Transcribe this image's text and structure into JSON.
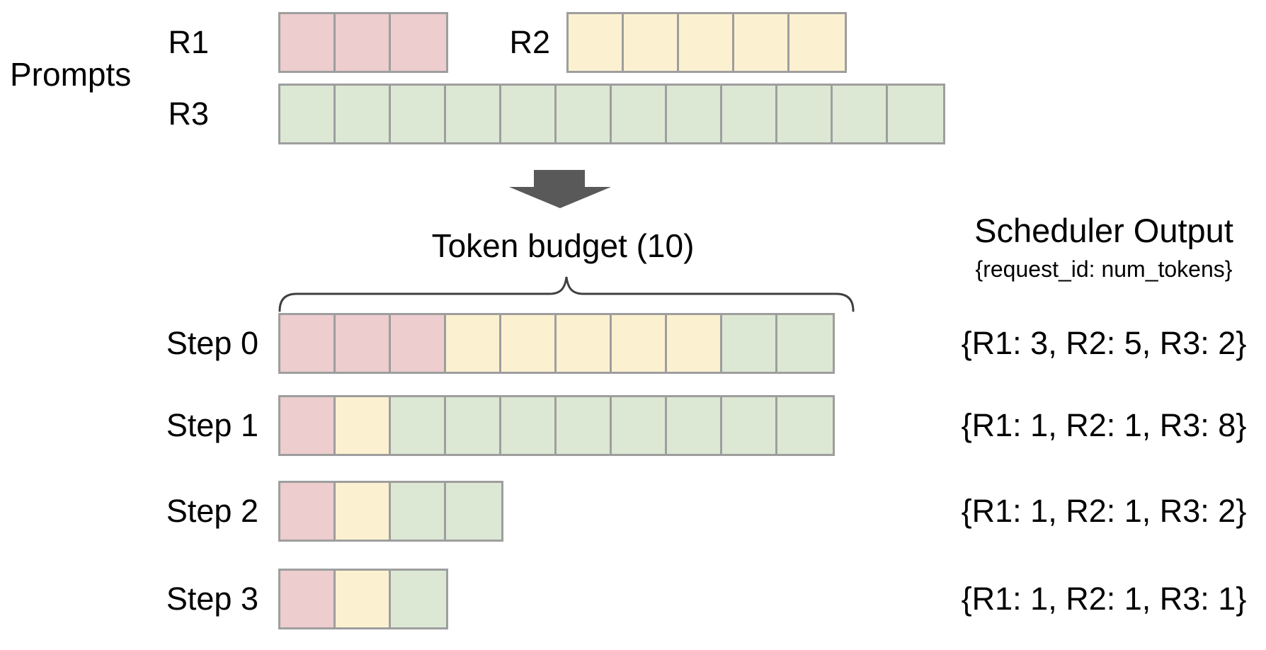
{
  "palette": {
    "r1_token": "#edcdce",
    "r2_token": "#fbf1d1",
    "r3_token": "#dce8d4",
    "cell_border": "#9e9e9e",
    "arrow": "#595959",
    "brace": "#404040",
    "text": "#000000",
    "background": "#ffffff"
  },
  "prompts_section": {
    "label": "Prompts",
    "requests": [
      {
        "id": "R1",
        "label": "R1",
        "prompt_tokens": 3,
        "color": "#edcdce"
      },
      {
        "id": "R2",
        "label": "R2",
        "prompt_tokens": 5,
        "color": "#fbf1d1"
      },
      {
        "id": "R3",
        "label": "R3",
        "prompt_tokens": 12,
        "color": "#dce8d4"
      }
    ]
  },
  "token_budget": {
    "label": "Token budget (10)",
    "value": 10
  },
  "scheduler_output": {
    "title": "Scheduler Output",
    "subtitle": "{request_id: num_tokens}"
  },
  "steps": [
    {
      "label": "Step 0",
      "allocation": {
        "R1": 3,
        "R2": 5,
        "R3": 2
      },
      "output": "{R1: 3, R2: 5, R3: 2}"
    },
    {
      "label": "Step 1",
      "allocation": {
        "R1": 1,
        "R2": 1,
        "R3": 8
      },
      "output": "{R1: 1, R2: 1, R3: 8}"
    },
    {
      "label": "Step 2",
      "allocation": {
        "R1": 1,
        "R2": 1,
        "R3": 2
      },
      "output": "{R1: 1, R2: 1, R3: 2}"
    },
    {
      "label": "Step 3",
      "allocation": {
        "R1": 1,
        "R2": 1,
        "R3": 1
      },
      "output": "{R1: 1, R2: 1, R3: 1}"
    }
  ]
}
